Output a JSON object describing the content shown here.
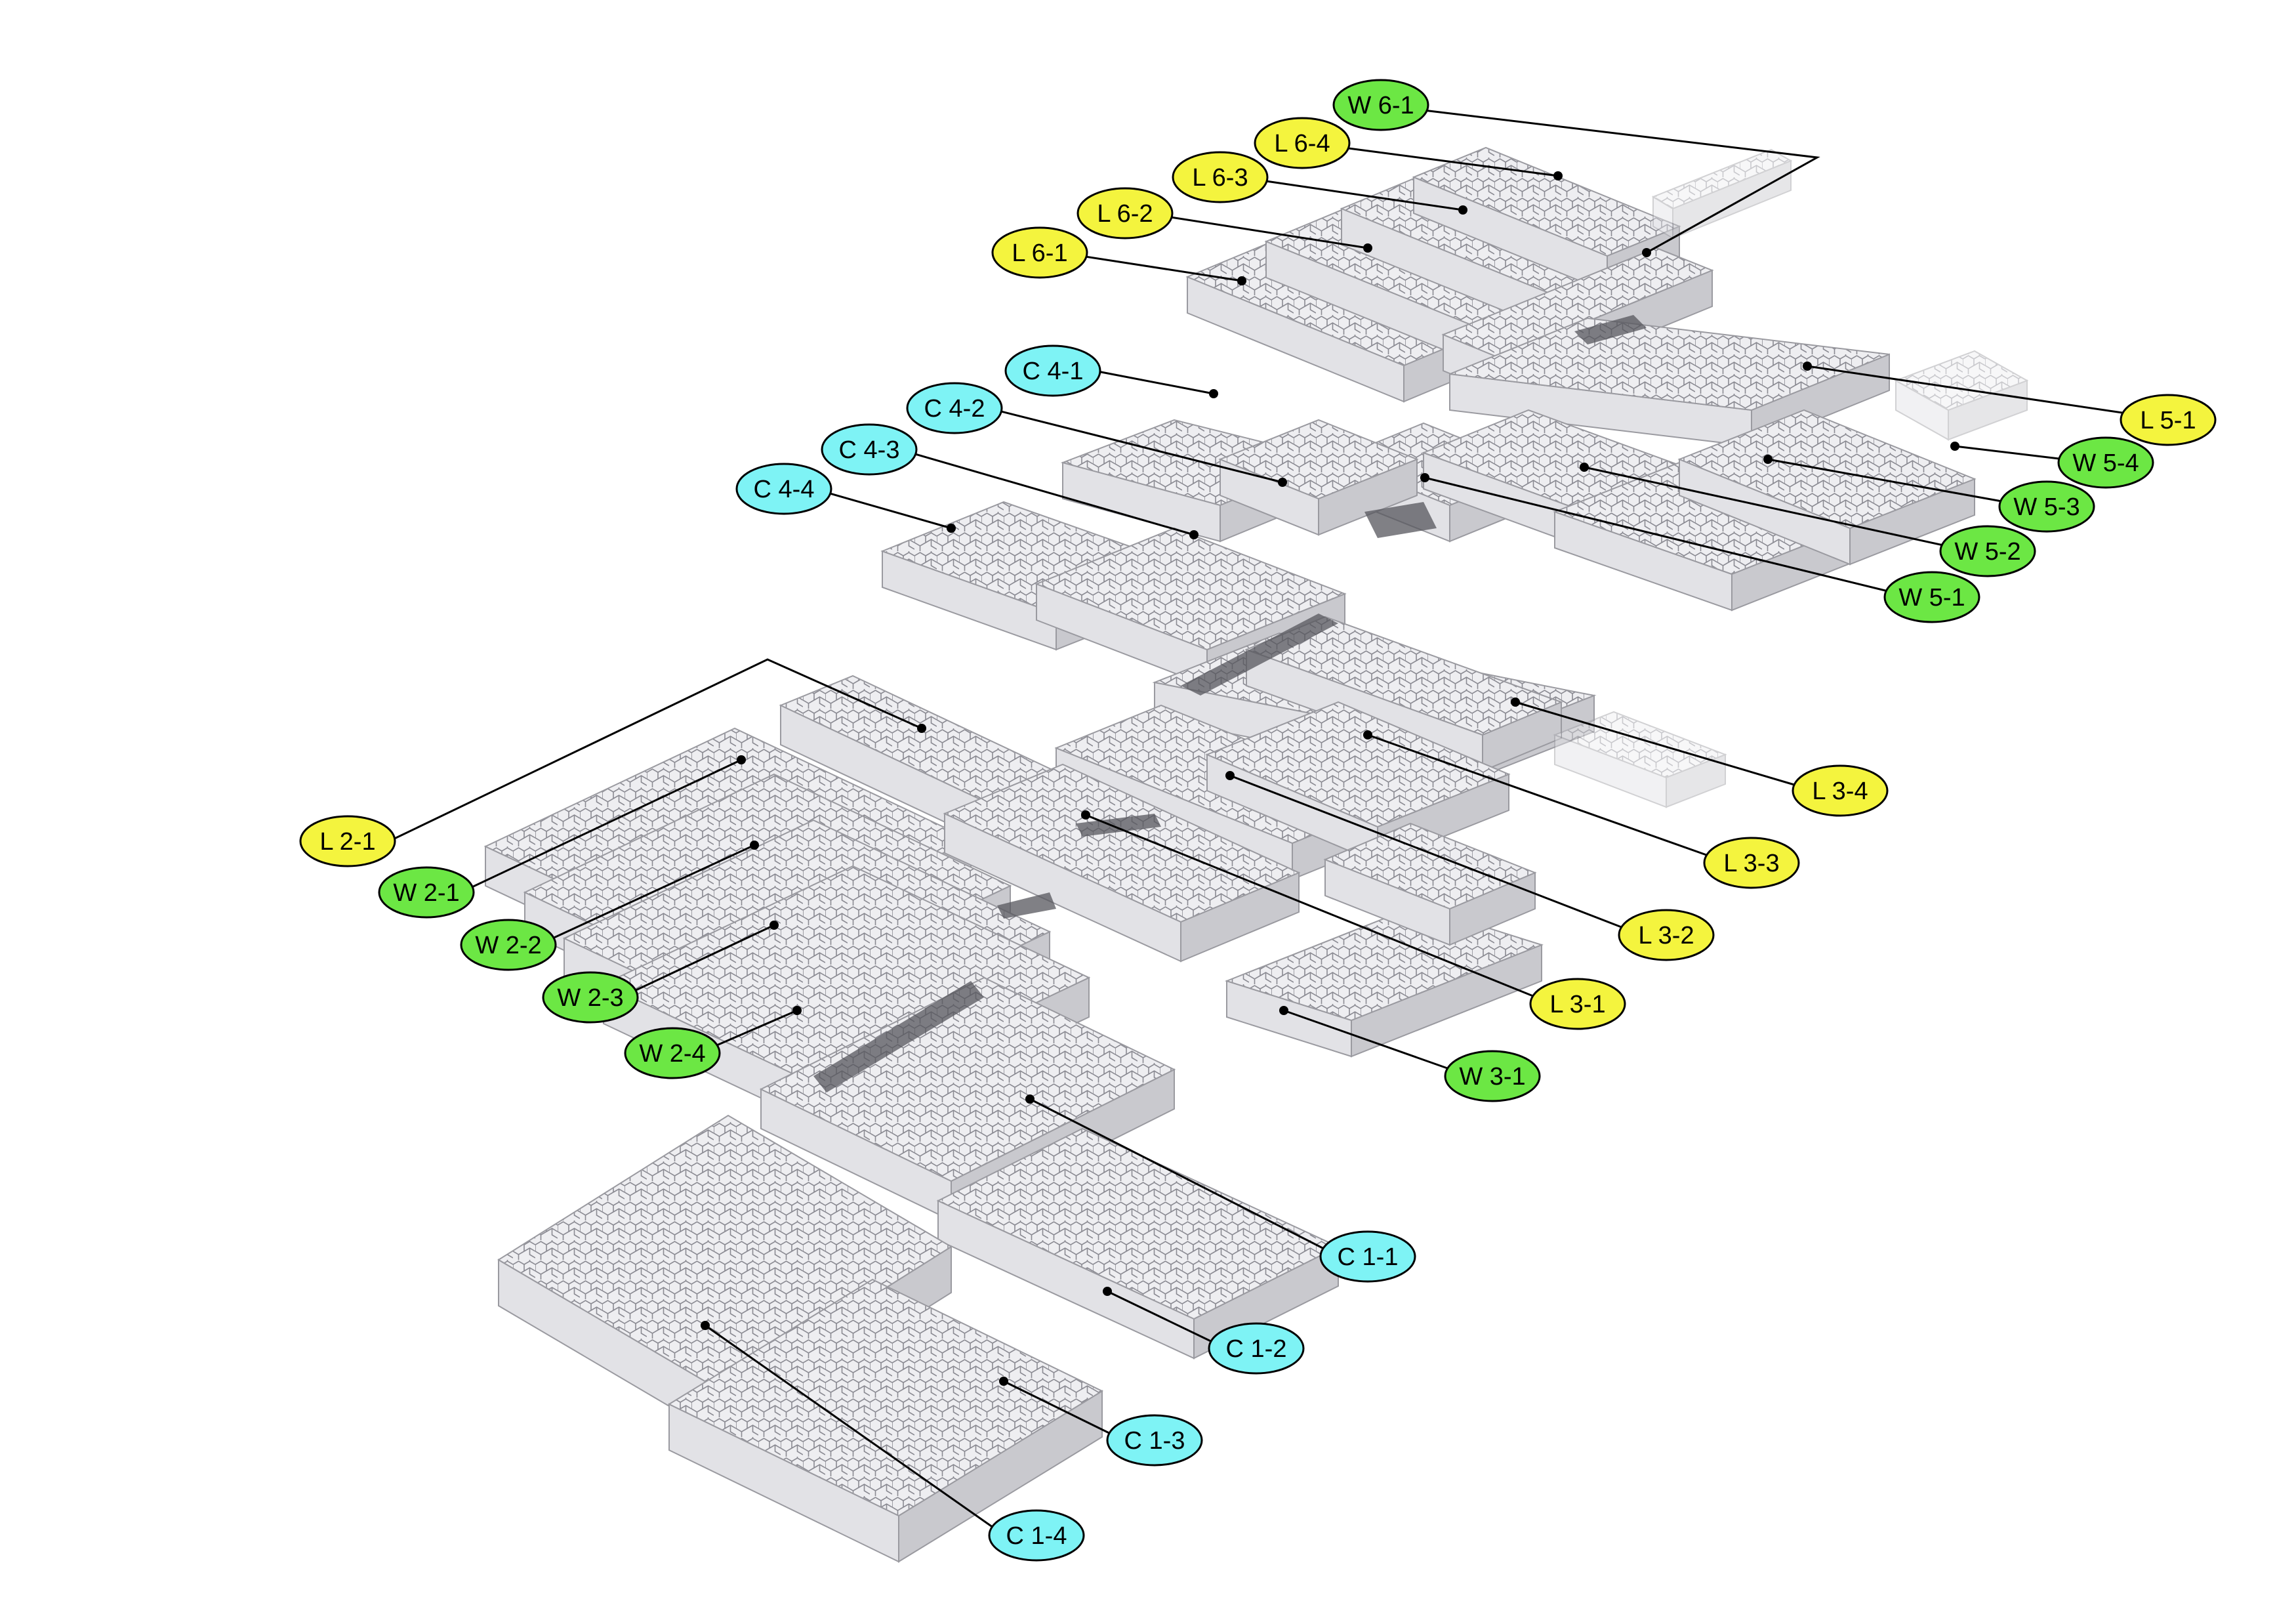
{
  "colors": {
    "C": "#7ef3f5",
    "W": "#6ce744",
    "L": "#f4f43e",
    "leader": "#000000",
    "panel_top": "url(#hexpat)",
    "panel_side": "#d9d9dc",
    "panel_edge": "#9a9aa0"
  },
  "labels": [
    {
      "id": "W 6-1",
      "type": "W"
    },
    {
      "id": "L 6-4",
      "type": "L"
    },
    {
      "id": "L 6-3",
      "type": "L"
    },
    {
      "id": "L 6-2",
      "type": "L"
    },
    {
      "id": "L 6-1",
      "type": "L"
    },
    {
      "id": "C 4-1",
      "type": "C"
    },
    {
      "id": "C 4-2",
      "type": "C"
    },
    {
      "id": "C 4-3",
      "type": "C"
    },
    {
      "id": "C 4-4",
      "type": "C"
    },
    {
      "id": "L 5-1",
      "type": "L"
    },
    {
      "id": "W 5-4",
      "type": "W"
    },
    {
      "id": "W 5-3",
      "type": "W"
    },
    {
      "id": "W 5-2",
      "type": "W"
    },
    {
      "id": "W 5-1",
      "type": "W"
    },
    {
      "id": "L 3-4",
      "type": "L"
    },
    {
      "id": "L 3-3",
      "type": "L"
    },
    {
      "id": "L 3-2",
      "type": "L"
    },
    {
      "id": "L 3-1",
      "type": "L"
    },
    {
      "id": "W 3-1",
      "type": "W"
    },
    {
      "id": "L 2-1",
      "type": "L"
    },
    {
      "id": "W 2-1",
      "type": "W"
    },
    {
      "id": "W 2-2",
      "type": "W"
    },
    {
      "id": "W 2-3",
      "type": "W"
    },
    {
      "id": "W 2-4",
      "type": "W"
    },
    {
      "id": "C 1-1",
      "type": "C"
    },
    {
      "id": "C 1-2",
      "type": "C"
    },
    {
      "id": "C 1-3",
      "type": "C"
    },
    {
      "id": "C 1-4",
      "type": "C"
    }
  ]
}
